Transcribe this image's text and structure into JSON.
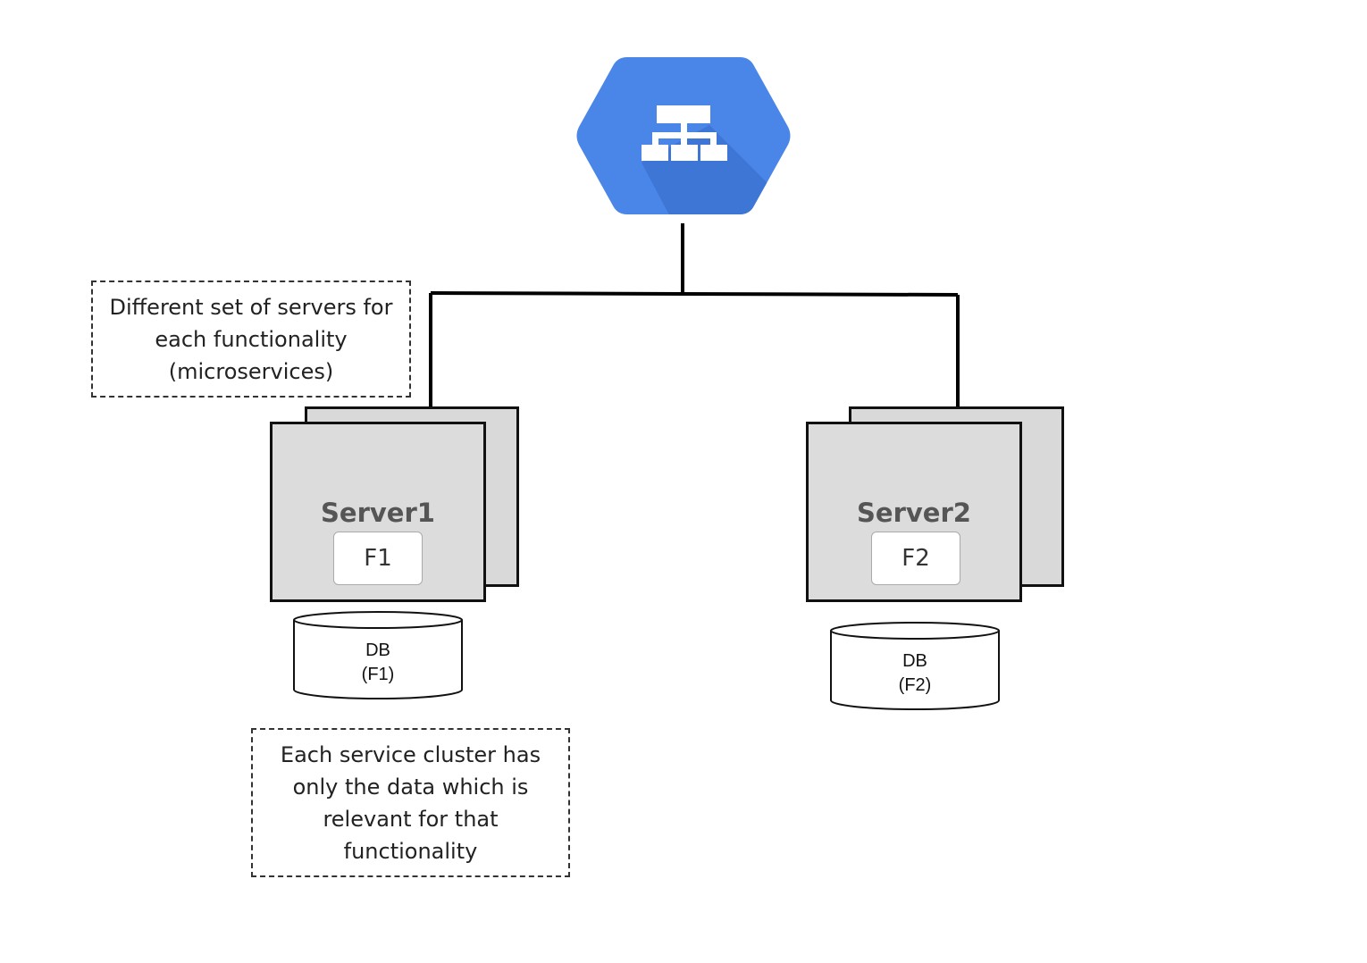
{
  "load_balancer": {
    "icon": "load-balancer-icon",
    "color": "#4285F4"
  },
  "notes": {
    "microservices": [
      "Different set of servers for",
      "each functionality",
      "(microservices)"
    ],
    "data": [
      "Each service cluster has",
      "only the data which is",
      "relevant for that",
      "functionality"
    ]
  },
  "servers": [
    {
      "title": "Server1",
      "function": "F1",
      "db_label": "DB",
      "db_sub": "(F1)"
    },
    {
      "title": "Server2",
      "function": "F2",
      "db_label": "DB",
      "db_sub": "(F2)"
    }
  ]
}
